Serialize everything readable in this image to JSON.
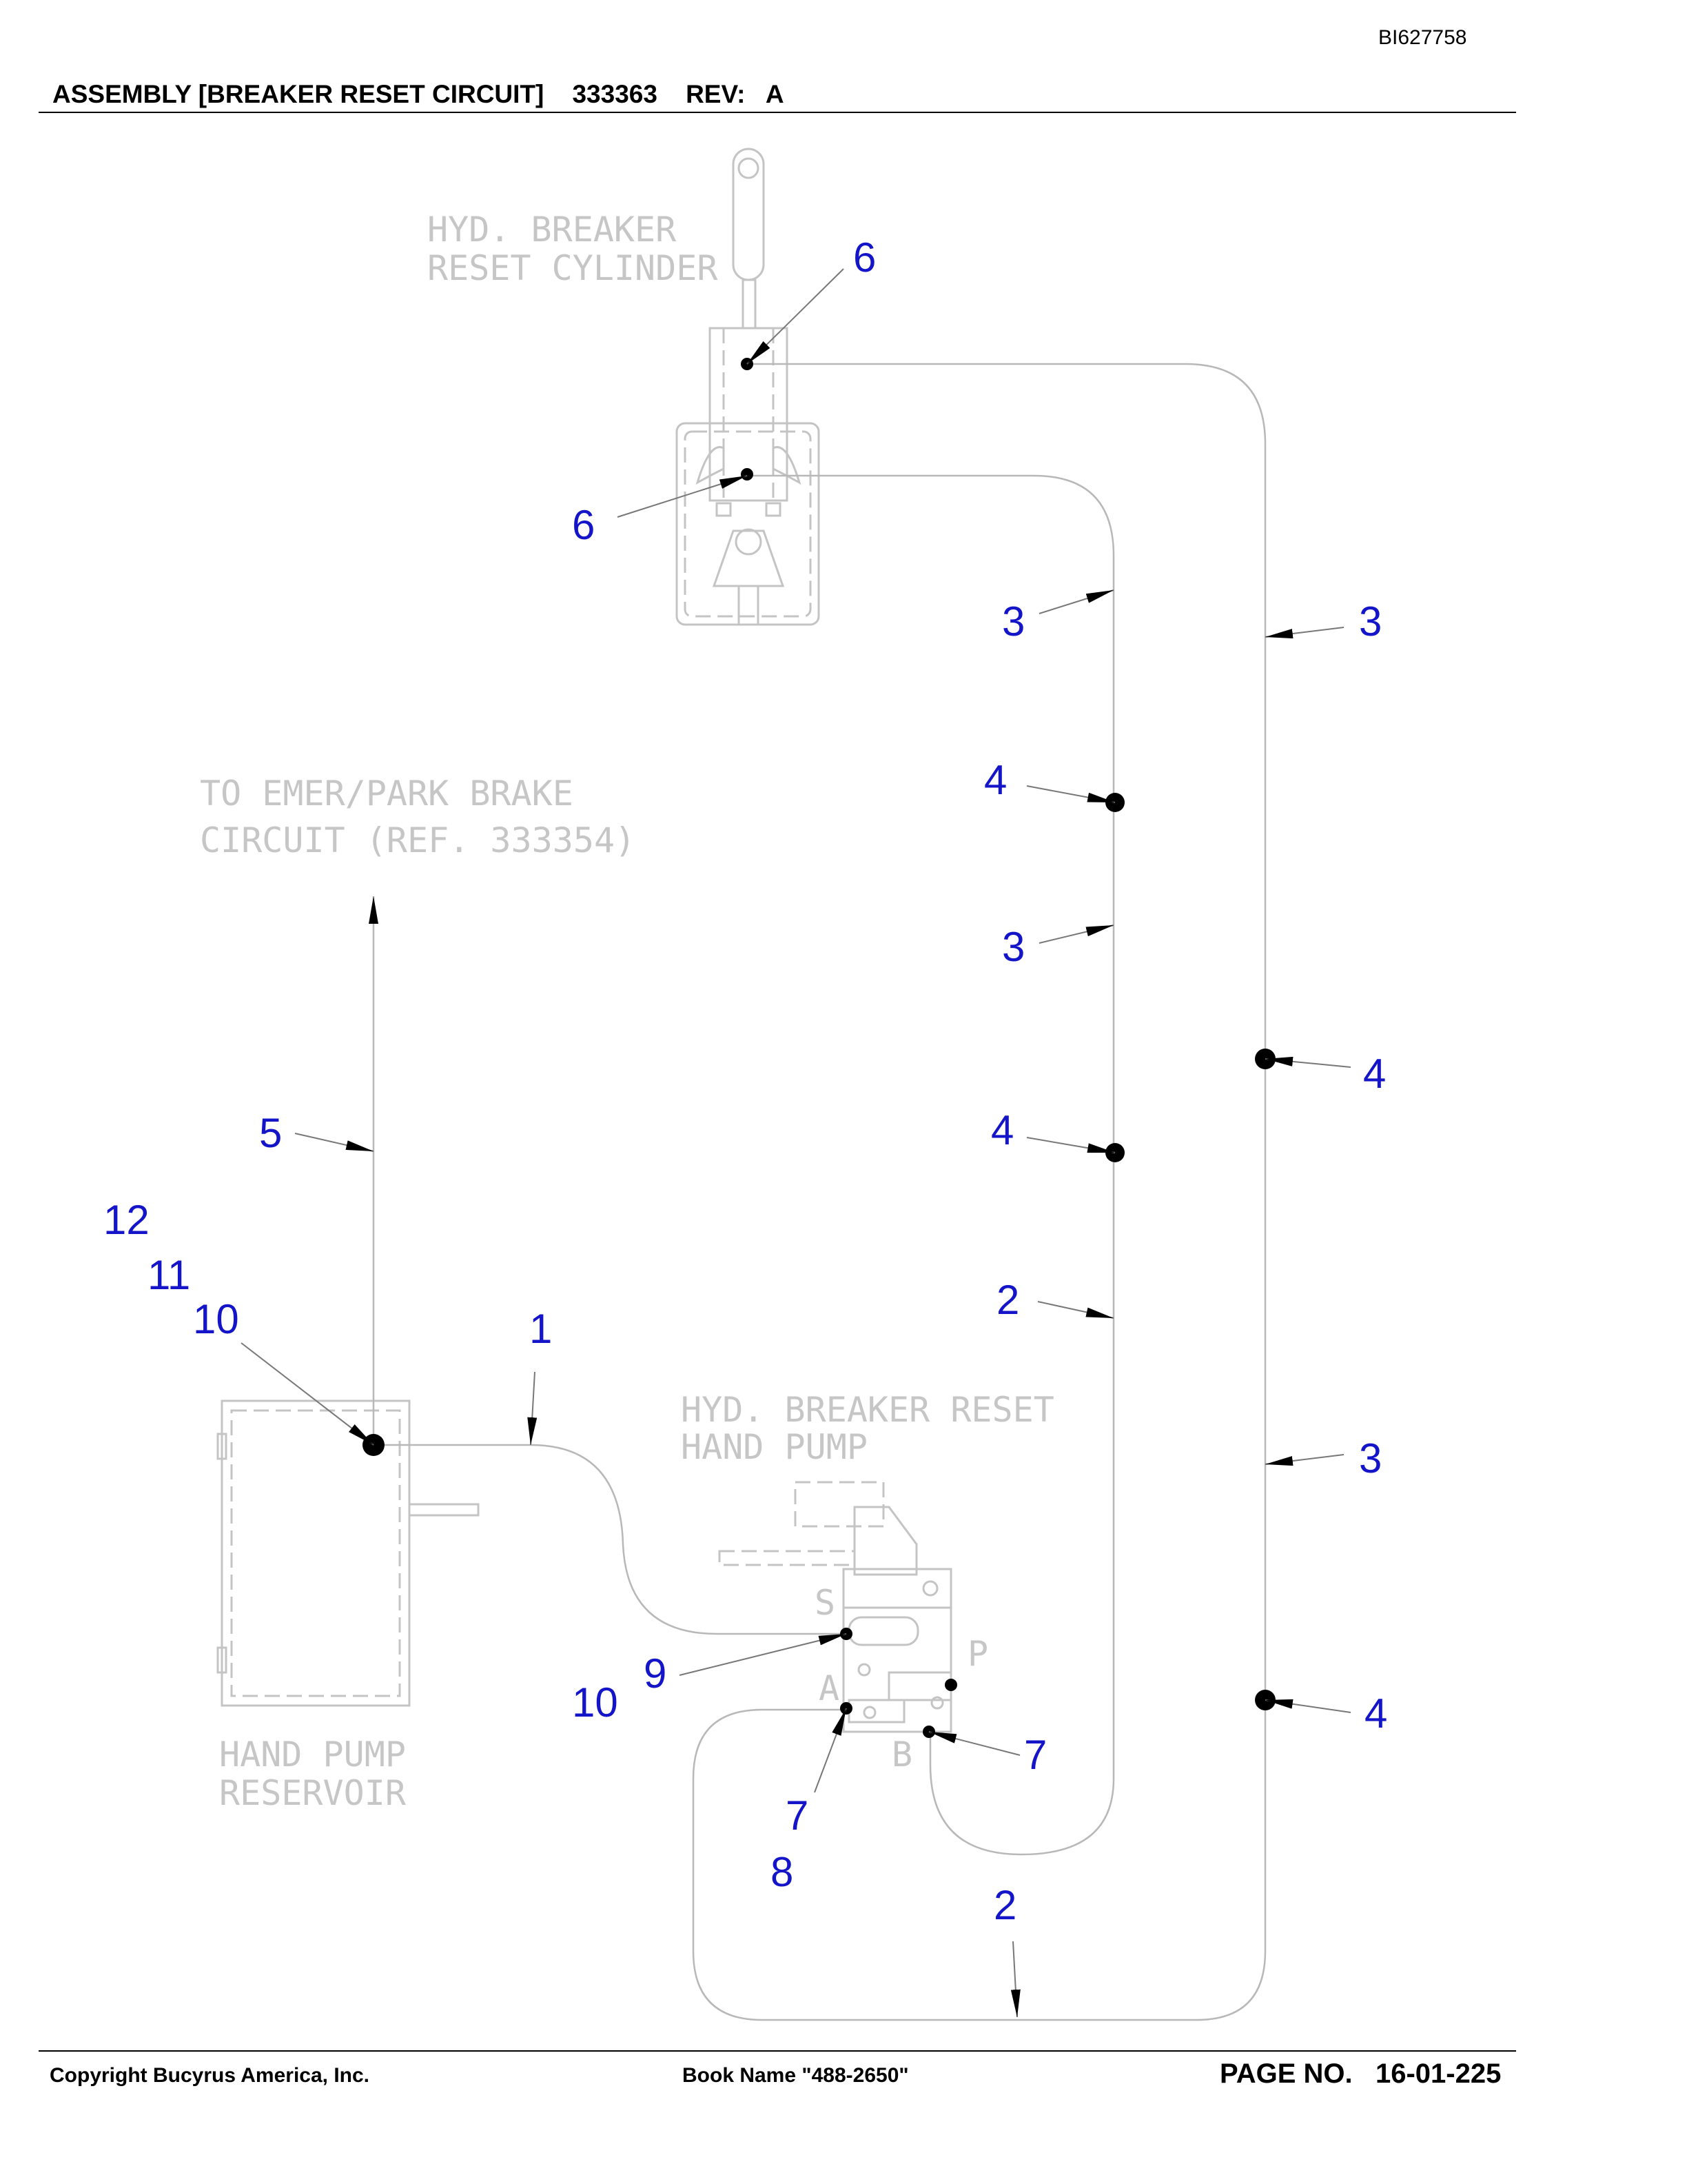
{
  "header": {
    "doc_number": "BI627758",
    "title": "ASSEMBLY [BREAKER RESET CIRCUIT]",
    "part_number": "333363",
    "rev_label": "REV:",
    "rev_value": "A"
  },
  "footer": {
    "copyright": "Copyright Bucyrus America, Inc.",
    "book_name": "Book Name \"488-2650\"",
    "page_label": "PAGE NO.",
    "page_value": "16-01-225"
  },
  "diagram": {
    "notes": {
      "cylinder_1": "HYD. BREAKER",
      "cylinder_2": "RESET CYLINDER",
      "emer_1": "TO EMER/PARK BRAKE",
      "emer_2": "CIRCUIT (REF. 333354)",
      "pump_1": "HYD. BREAKER RESET",
      "pump_2": "HAND PUMP",
      "reservoir_1": "HAND PUMP",
      "reservoir_2": "RESERVOIR",
      "port_s": "S",
      "port_p": "P",
      "port_a": "A",
      "port_b": "B"
    },
    "callouts": {
      "c6a": "6",
      "c6b": "6",
      "c3a": "3",
      "c3b": "3",
      "c3c": "3",
      "c3d": "3",
      "c4a": "4",
      "c4b": "4",
      "c4c": "4",
      "c4d": "4",
      "c5": "5",
      "c12": "12",
      "c11": "11",
      "c10a": "10",
      "c10b": "10",
      "c1": "1",
      "c2a": "2",
      "c2b": "2",
      "c9": "9",
      "c7a": "7",
      "c7b": "7",
      "c8": "8"
    }
  }
}
